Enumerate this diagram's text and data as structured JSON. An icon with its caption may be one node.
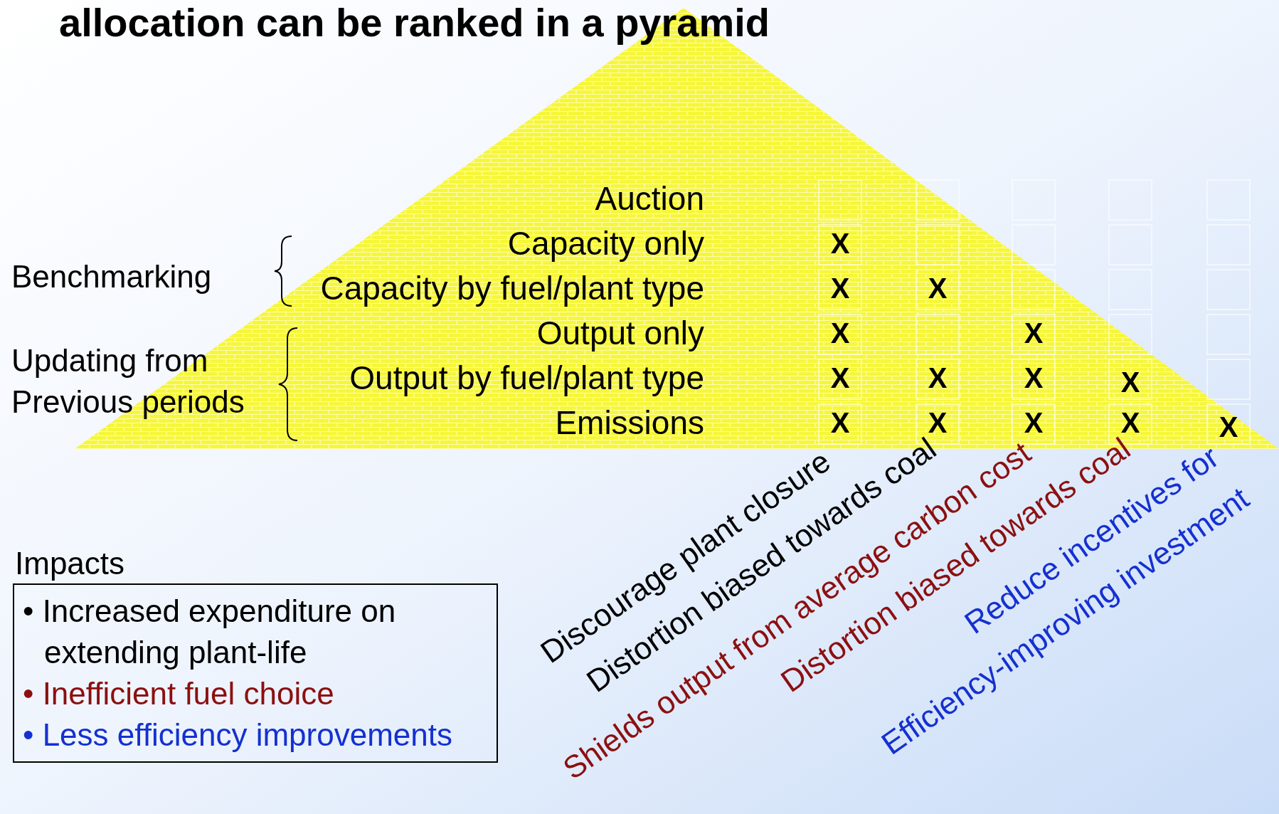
{
  "diagram": {
    "title": "allocation can be ranked in a pyramid",
    "nodes": [
      {
        "text": [
          "Impacts",
          "• Increased expenditure on extending plant-life",
          "• Inefficient fuel choice",
          "• Less efficiency improvements"
        ]
      }
    ],
    "labels": [
      "Auction",
      "Benchmarking",
      "Capacity only",
      "X",
      "Capacity by fuel/plant type",
      "X",
      "X",
      "Updating from Previous periods",
      "Output only",
      "X",
      "X",
      "Output by fuel/plant type",
      "X",
      "X",
      "X",
      "X",
      "Emissions",
      "X",
      "X",
      "X",
      "X",
      "X",
      "Discourage plant closure",
      "Distortion biased towards coal",
      "Shields output from average carbon cost",
      "Distortion biased towards coal",
      "Reduce incentives for",
      "Efficiency-improving investment"
    ]
  }
}
